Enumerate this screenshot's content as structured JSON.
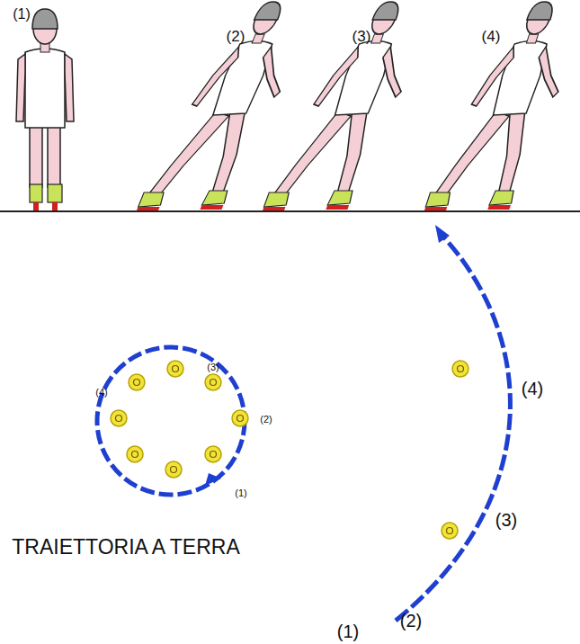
{
  "diagram": {
    "labels": [
      "(1)",
      "(2)",
      "(3)",
      "(4)",
      "(3)",
      "(4)",
      "(2)",
      "(1)",
      "(4)",
      "(3)",
      "(2)",
      "(1)",
      "TRAIETTORIA A TERRA"
    ]
  }
}
